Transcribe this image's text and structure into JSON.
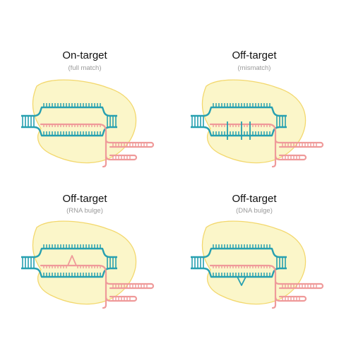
{
  "panels": [
    {
      "title": "On-target",
      "subtitle": "(full match)"
    },
    {
      "title": "Off-target",
      "subtitle": "(mismatch)"
    },
    {
      "title": "Off-target",
      "subtitle": "(RNA bulge)"
    },
    {
      "title": "Off-target",
      "subtitle": "(DNA bulge)"
    }
  ],
  "colors": {
    "protein_fill": "#fbf6c9",
    "protein_stroke": "#f3d86e",
    "dna": "#27a0b0",
    "rna": "#ef9a9a",
    "title": "#111111",
    "subtitle": "#9a9a9a"
  }
}
